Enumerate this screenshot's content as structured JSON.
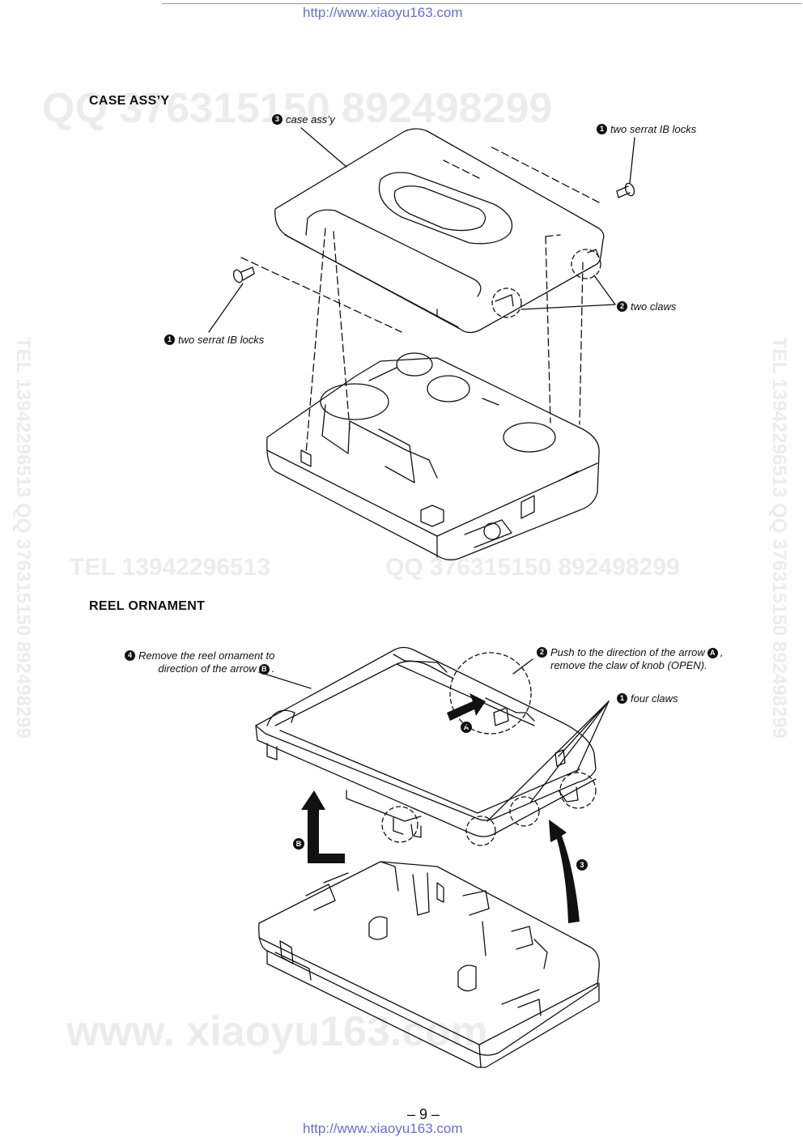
{
  "header": {
    "url": "http://www.xiaoyu163.com"
  },
  "footer": {
    "url": "http://www.xiaoyu163.com",
    "page_number": "– 9 –"
  },
  "watermarks": {
    "top": "QQ 376315150   892498299",
    "middle_left": "TEL 13942296513",
    "middle_right": "QQ 376315150  892498299",
    "bottom": "www. xiaoyu163.com",
    "vertical_left": "TEL 13942296513  QQ 376315150  892498299",
    "vertical_right": "TEL 13942296513  QQ 376315150  892498299"
  },
  "case_assy": {
    "title": "CASE  ASS’Y",
    "labels": [
      {
        "num": "3",
        "text": "case ass’y"
      },
      {
        "num": "1",
        "text": "two serrat IB locks"
      },
      {
        "num": "2",
        "text": "two claws"
      },
      {
        "num": "1",
        "text": "two serrat IB locks"
      }
    ]
  },
  "reel_ornament": {
    "title": "REEL  ORNAMENT",
    "labels": [
      {
        "num": "4",
        "lines": [
          "Remove the reel ornament to",
          "direction of the arrow"
        ],
        "badge": "B"
      },
      {
        "num": "2",
        "lines": [
          "Push to the direction of the arrow",
          "remove the claw of knob (OPEN)."
        ],
        "badge": "A"
      },
      {
        "num": "1",
        "text": "four claws"
      }
    ],
    "arrow_badges": [
      "A",
      "B",
      "3"
    ]
  },
  "colors": {
    "url": "#6b6bd6",
    "line": "#111111",
    "watermark": "#ececec"
  }
}
